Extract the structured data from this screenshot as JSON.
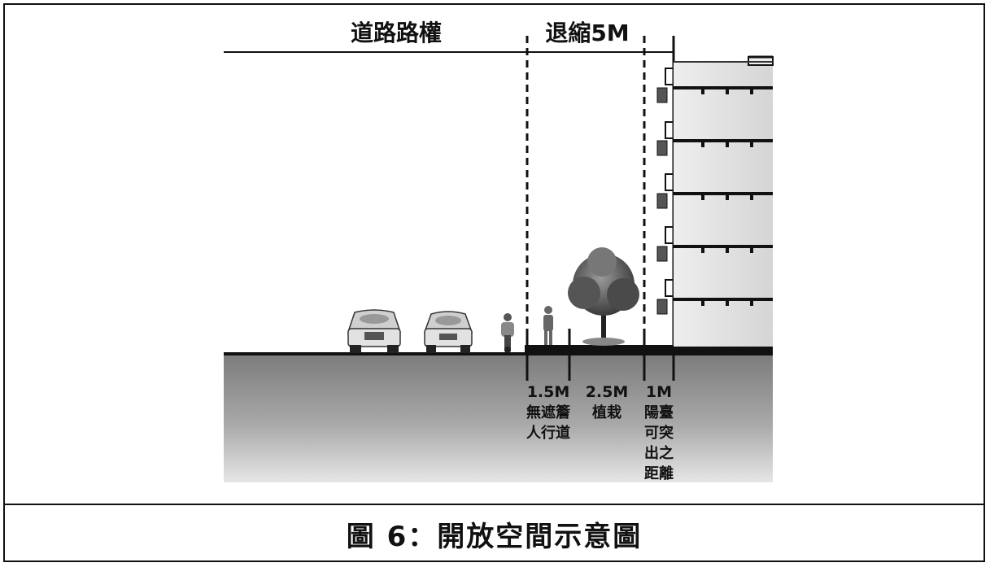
{
  "header": {
    "road_right_label": "道路路權",
    "setback_label": "退縮5M"
  },
  "segments": [
    {
      "width_label": "1.5M",
      "desc_lines": [
        "無遮簷",
        "人行道"
      ]
    },
    {
      "width_label": "2.5M",
      "desc_lines": [
        "植栽"
      ]
    },
    {
      "width_label": "1M",
      "desc_lines": [
        "陽臺",
        "可突",
        "出之",
        "距離"
      ]
    }
  ],
  "caption": {
    "text": "圖 6：開放空間示意圖"
  }
}
